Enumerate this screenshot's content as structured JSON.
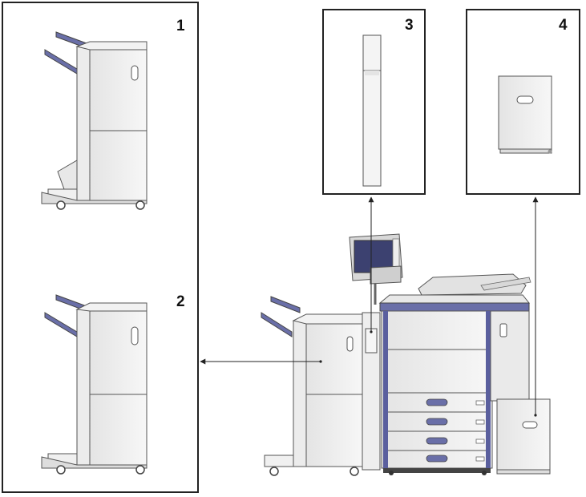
{
  "callouts": [
    {
      "id": "1",
      "label": "1"
    },
    {
      "id": "2",
      "label": "2"
    },
    {
      "id": "3",
      "label": "3"
    },
    {
      "id": "4",
      "label": "4"
    }
  ],
  "colors": {
    "frame": "#222222",
    "body_light": "#f4f4f4",
    "body_mid": "#e6e6e6",
    "outline": "#555555",
    "accent_purple": "#5a5f9e",
    "screen": "#4a4f80"
  }
}
